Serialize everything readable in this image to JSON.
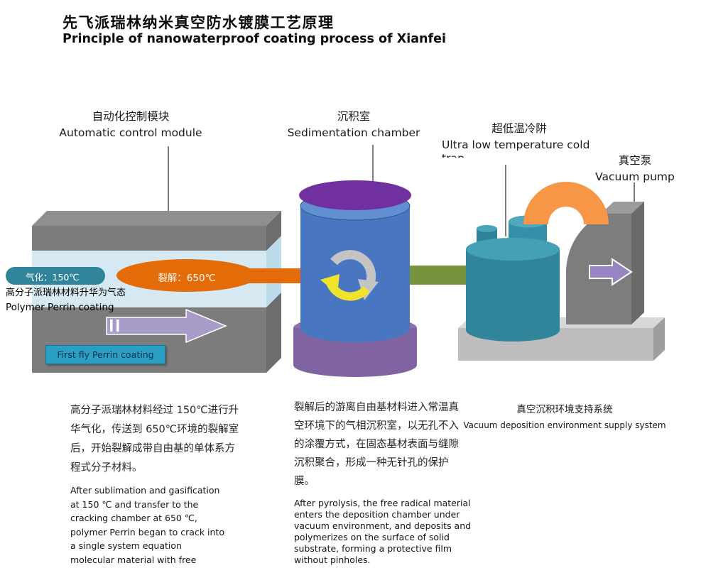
{
  "title": {
    "zh": "先飞派瑞林纳米真空防水镀膜工艺原理",
    "en": "Principle of nanowaterproof coating process of Xianfei"
  },
  "callouts": {
    "control": {
      "zh": "自动化控制模块",
      "en": "Automatic control module"
    },
    "chamber": {
      "zh": "沉积室",
      "en": "Sedimentation chamber"
    },
    "coldtrap": {
      "zh": "超低温冷阱",
      "en": "Ultra low temperature cold",
      "en_clipped": "trap"
    },
    "pump": {
      "zh": "真空泵",
      "en": "Vacuum pump"
    }
  },
  "machine": {
    "gasification_label": "气化：150℃",
    "cracking_label": "裂解：650℃",
    "feed_zh": "高分子派瑞林材料升华为气态",
    "feed_en": "Polymer Perrin coating",
    "button_label": "First fly Perrin coating"
  },
  "notes": {
    "left_zh": "高分子派瑞林材料经过 150℃进行升华气化，传送到 650℃环境的裂解室后，开始裂解成带自由基的单体系方程式分子材料。",
    "left_en": "After sublimation and gasification at 150 ℃ and transfer to the cracking chamber at 650 ℃, polymer Perrin began to crack into a single system equation molecular material with free radicals.",
    "mid_zh": "裂解后的游离自由基材料进入常温真空环境下的气相沉积室，以无孔不入的涂覆方式，在固态基材表面与缝隙沉积聚合，形成一种无针孔的保护膜。",
    "mid_en": "After pyrolysis, the free radical material enters the deposition chamber under vacuum environment, and deposits and polymerizes on the surface of solid substrate, forming a protective film without pinholes.",
    "right_zh": "真空沉积环境支持系统",
    "right_en": "Vacuum deposition environment supply system"
  },
  "colors": {
    "teal": "#31859b",
    "button_teal": "#2b9fc3",
    "orange_dark": "#e36c09",
    "orange_arch": "#f79646",
    "blue_cylinder": "#4876c1",
    "purple_cap": "#7030a0",
    "purple_base": "#8064a2",
    "green_pipe": "#77933c",
    "gray_box": "#7c7c7c",
    "platform_gray": "#bdbdbd",
    "interior_blue": "#d6e9f2"
  }
}
